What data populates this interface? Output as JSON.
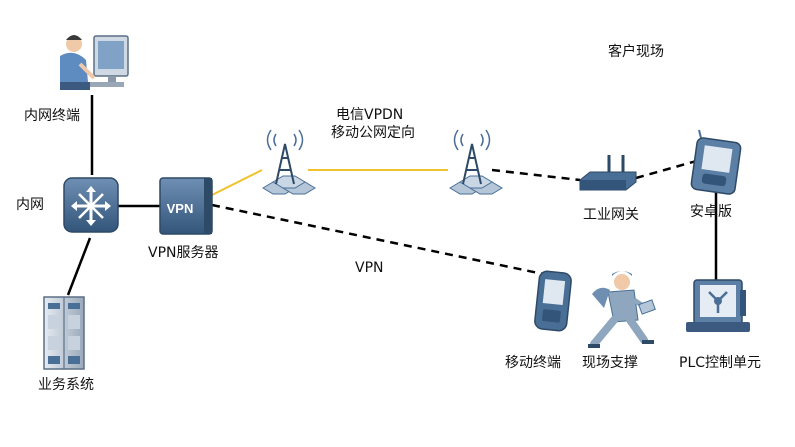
{
  "labels": {
    "intranet_terminal": "内网终端",
    "intranet": "内网",
    "business_system": "业务系统",
    "vpn_server": "VPN服务器",
    "carrier_line1": "电信VPDN",
    "carrier_line2": "移动公网定向",
    "vpn_link": "VPN",
    "customer_site": "客户现场",
    "industrial_gateway": "工业网关",
    "android_device": "安卓版",
    "mobile_terminal": "移动终端",
    "field_support": "现场支撑",
    "plc_unit": "PLC控制单元",
    "vpn_box_text": "VPN"
  },
  "colors": {
    "wired_link": "#000000",
    "wireless_link": "#f2c12e",
    "device_blue": "#4a6f96",
    "device_dark": "#2d4a66",
    "hex_fill": "#b4c6d8"
  }
}
